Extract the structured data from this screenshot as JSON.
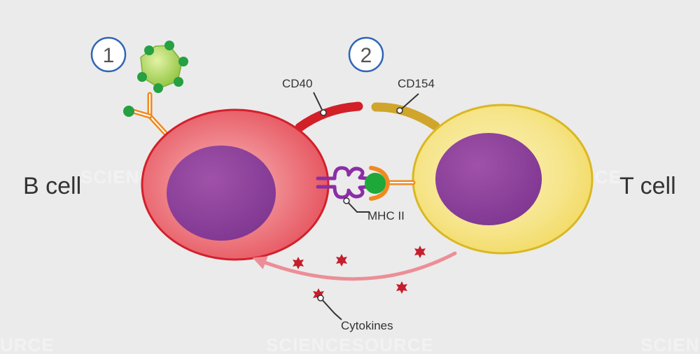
{
  "labels": {
    "b_cell": "B cell",
    "t_cell": "T cell",
    "cd40": "CD40",
    "cd154": "CD154",
    "mhc": "MHC II",
    "cytokines": "Cytokines"
  },
  "steps": [
    "1",
    "2"
  ],
  "watermark": "SCIENCESOURCE",
  "watermark_edge_left": "URCE",
  "watermark_edge_right": "SCIEN",
  "colors": {
    "background": "#ebebeb",
    "b_cell": "#e5505a",
    "b_cell_edge": "#d3202c",
    "t_cell": "#f3df76",
    "t_cell_edge": "#dab723",
    "nucleus": "#8a3f96",
    "antigen": "#9acc3c",
    "antigen_dot": "#25a043",
    "receptor": "#f08a20",
    "cd40": "#d21f28",
    "cd154": "#d0a52b",
    "mhc": "#8b2ea5",
    "cytokine": "#c51e2c",
    "arrow": "#ec8e97",
    "step_circle": "#2f65b5"
  }
}
